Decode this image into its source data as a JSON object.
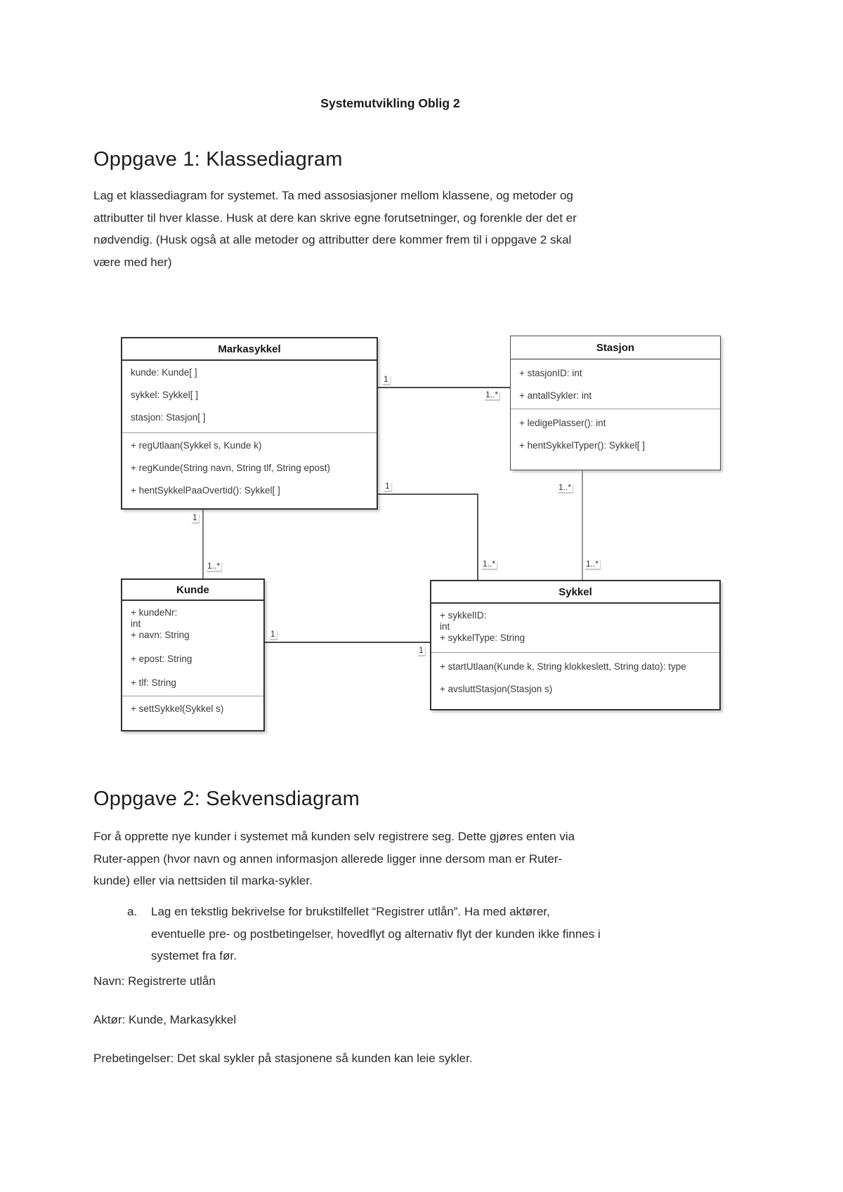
{
  "doc": {
    "title": "Systemutvikling Oblig 2"
  },
  "section1": {
    "heading": "Oppgave 1: Klassediagram",
    "lines": [
      "Lag et klassediagram for systemet. Ta med assosiasjoner mellom klassene, og metoder og",
      "attributter til hver klasse. Husk at dere kan skrive egne forutsetninger, og forenkle der det er",
      "nødvendig. (Husk også at alle metoder og attributter dere kommer frem til i oppgave 2 skal",
      "være med her)"
    ]
  },
  "diagram": {
    "classes": [
      {
        "name": "Markasykkel",
        "attributes": [
          "kunde: Kunde[ ]",
          "sykkel: Sykkel[ ]",
          "stasjon: Stasjon[ ]"
        ],
        "methods": [
          "+ regUtlaan(Sykkel s, Kunde k)",
          "+ regKunde(String navn, String tlf, String epost)",
          "+ hentSykkelPaaOvertid(): Sykkel[ ]"
        ]
      },
      {
        "name": "Stasjon",
        "attributes": [
          "+ stasjonID: int",
          "+ antallSykler: int"
        ],
        "methods": [
          "+ ledigePlasser(): int",
          "+ hentSykkelTyper(): Sykkel[ ]"
        ]
      },
      {
        "name": "Kunde",
        "attributes": [
          "+ kundeNr:",
          "int",
          "+ navn: String",
          "+ epost: String",
          "+ tlf: String"
        ],
        "methods": [
          "+ settSykkel(Sykkel s)"
        ]
      },
      {
        "name": "Sykkel",
        "attributes": [
          "+ sykkelID:",
          "int",
          "+ sykkelType: String"
        ],
        "methods": [
          "+ startUtlaan(Kunde k, String klokkeslett, String dato): type",
          "+ avsluttStasjon(Stasjon s)"
        ]
      }
    ],
    "associations": [
      {
        "from": "Markasykkel",
        "to": "Stasjon",
        "from_label": "1",
        "to_label": "1..*"
      },
      {
        "from": "Markasykkel",
        "to": "Kunde",
        "from_label": "1",
        "to_label": "1..*"
      },
      {
        "from": "Markasykkel",
        "to": "Sykkel",
        "from_label": "1",
        "to_label": "1..*"
      },
      {
        "from": "Stasjon",
        "to": "Sykkel",
        "from_label": "1..*",
        "to_label": "1..*"
      },
      {
        "from": "Kunde",
        "to": "Sykkel",
        "from_label": "1",
        "to_label": "1"
      }
    ]
  },
  "section2": {
    "heading": "Oppgave 2: Sekvensdiagram",
    "lines": [
      "For å opprette nye kunder i systemet må kunden selv registrere seg. Dette gjøres enten via",
      "Ruter-appen (hvor navn og annen informasjon allerede ligger inne dersom man er Ruter-",
      "kunde) eller via nettsiden til marka-sykler."
    ],
    "list_marker": "a.",
    "list_lines": [
      "Lag en tekstlig bekrivelse for brukstilfellet “Registrer utlån”. Ha med aktører,",
      "eventuelle pre- og postbetingelser, hovedflyt og alternativ flyt der kunden ikke finnes i",
      "systemet fra før."
    ],
    "line_navn": "Navn: Registrerte utlån",
    "line_aktor": "Aktør: Kunde, Markasykkel",
    "line_prebetingelser": "Prebetingelser: Det skal sykler på stasjonene så kunden kan leie sykler."
  }
}
